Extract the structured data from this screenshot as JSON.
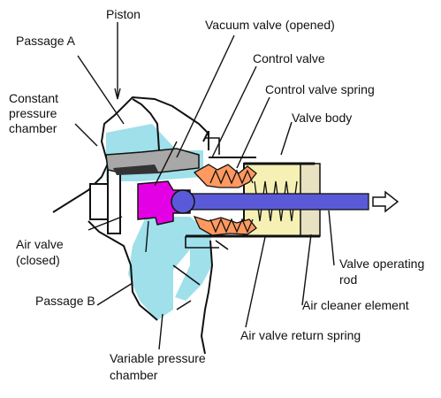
{
  "labels": {
    "piston": "Piston",
    "passage_a": "Passage A",
    "vacuum_valve": "Vacuum valve (opened)",
    "control_valve": "Control valve",
    "control_valve_spring": "Control valve spring",
    "constant_pressure_line1": "Constant",
    "constant_pressure_line2": "pressure",
    "constant_pressure_line3": "chamber",
    "valve_body": "Valve body",
    "air_valve_line1": "Air valve",
    "air_valve_line2": "(closed)",
    "valve_operating_rod_line1": "Valve operating",
    "valve_operating_rod_line2": "rod",
    "passage_b": "Passage B",
    "air_cleaner_element": "Air cleaner element",
    "air_valve_return_spring": "Air valve return spring",
    "variable_pressure_line1": "Variable pressure",
    "variable_pressure_line2": "chamber"
  },
  "colors": {
    "chamber_fill": "#9fe0ea",
    "air_valve_fill": "#e400e4",
    "control_valve_fill": "#ff9960",
    "valve_body_fill": "#f6f0b4",
    "rod_fill": "#5a5ad8",
    "piston_gray": "#a8a8a8",
    "outline": "#111111"
  }
}
